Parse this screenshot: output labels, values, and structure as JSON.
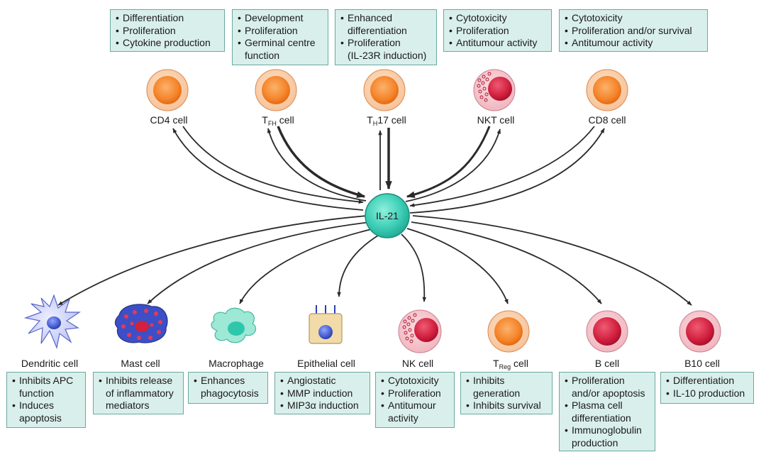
{
  "center": {
    "label": "IL-21"
  },
  "top_cells": [
    {
      "id": "cd4",
      "label": "CD4 cell",
      "effects": [
        "Differentiation",
        "Proliferation",
        "Cytokine production"
      ]
    },
    {
      "id": "tfh",
      "label_main": "T",
      "label_sub": "FH",
      "label_rest": " cell",
      "effects": [
        "Development",
        "Proliferation",
        "Germinal centre",
        "function"
      ]
    },
    {
      "id": "th17",
      "label_main": "T",
      "label_sub": "H",
      "label_rest": "17 cell",
      "effects": [
        "Enhanced",
        "differentiation",
        "Proliferation",
        "(IL-23R induction)"
      ]
    },
    {
      "id": "nkt",
      "label": "NKT cell",
      "effects": [
        "Cytotoxicity",
        "Proliferation",
        "Antitumour activity"
      ]
    },
    {
      "id": "cd8",
      "label": "CD8 cell",
      "effects": [
        "Cytotoxicity",
        "Proliferation and/or survival",
        "Antitumour activity"
      ]
    }
  ],
  "bottom_cells": [
    {
      "id": "dendritic",
      "label": "Dendritic cell",
      "effects": [
        "Inhibits APC",
        "function",
        "Induces",
        "apoptosis"
      ]
    },
    {
      "id": "mast",
      "label": "Mast cell",
      "effects": [
        "Inhibits release",
        "of inflammatory",
        "mediators"
      ]
    },
    {
      "id": "macrophage",
      "label": "Macrophage",
      "effects": [
        "Enhances",
        "phagocytosis"
      ]
    },
    {
      "id": "epithelial",
      "label": "Epithelial cell",
      "effects": [
        "Angiostatic",
        "MMP induction",
        "MIP3α induction"
      ]
    },
    {
      "id": "nk",
      "label": "NK cell",
      "effects": [
        "Cytotoxicity",
        "Proliferation",
        "Antitumour",
        "activity"
      ]
    },
    {
      "id": "treg",
      "label_main": "T",
      "label_sub": "Reg",
      "label_rest": " cell",
      "effects": [
        "Inhibits",
        "generation",
        "Inhibits survival"
      ]
    },
    {
      "id": "b",
      "label": "B cell",
      "effects": [
        "Proliferation",
        "and/or apoptosis",
        "Plasma cell",
        "differentiation",
        "Immunoglobulin",
        "production"
      ]
    },
    {
      "id": "b10",
      "label": "B10 cell",
      "effects": [
        "Differentiation",
        "IL-10 production"
      ]
    }
  ],
  "colors": {
    "box_fill": "#d9efeb",
    "box_border": "#6aa9a0",
    "center_fill": "#3fcfb8",
    "tcell_fill": "#f5852b",
    "red_cell_fill": "#d2203f",
    "arrow": "#2a2a2a"
  }
}
